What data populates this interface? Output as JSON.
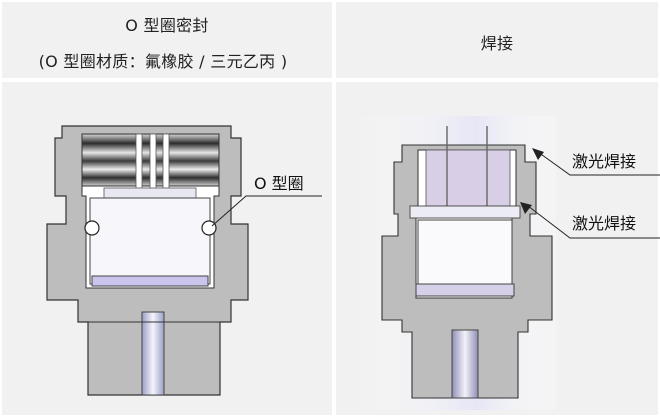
{
  "columns": [
    {
      "title": "O 型圈密封",
      "subtitle": "(O 型圈材质：氟橡胶 / 三元乙丙 )",
      "callouts": [
        "O 型圈"
      ]
    },
    {
      "title": "焊接",
      "callouts": [
        "激光焊接",
        "激光焊接"
      ]
    }
  ],
  "colors": {
    "cell_bg": "#f1f1f1",
    "metal": "#bdbdbd",
    "metal_dark": "#8a8a8a",
    "outline": "#333333",
    "cavity": "#ffffff",
    "accent_purple": "#b9b4e6"
  }
}
